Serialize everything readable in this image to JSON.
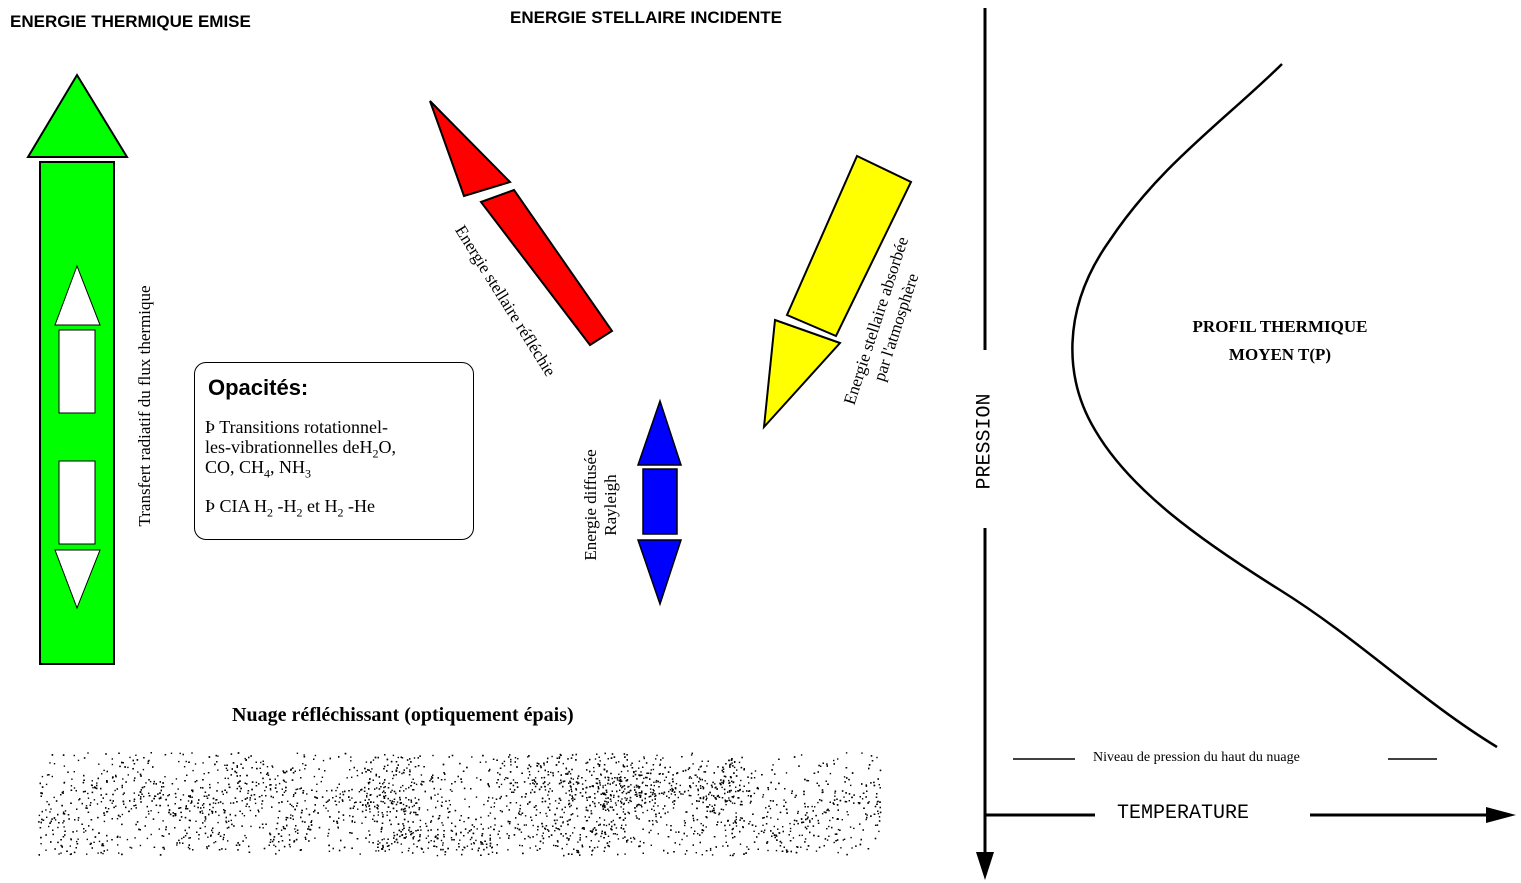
{
  "headers": {
    "thermal": "ENERGIE THERMIQUE EMISE",
    "stellar": "ENERGIE STELLAIRE INCIDENTE"
  },
  "labels": {
    "thermal_flux": "Transfert radiatif du flux thermique",
    "reflected": "Energie stellaire réfléchie",
    "absorbed_line1": "Energie stellaire absorbée",
    "absorbed_line2": "par l'atmosphère",
    "rayleigh_line1": "Energie diffusée",
    "rayleigh_line2": "Rayleigh",
    "cloud": "Nuage réfléchissant (optiquement épais)"
  },
  "opacities": {
    "title": "Opacités:",
    "bullet": "Þ",
    "line1": "Transitions rotationnel-",
    "line2a": "les-vibrationnelles de",
    "h": "H",
    "two": "2",
    "o": "O,",
    "line3a": "CO, CH",
    "four": "4",
    "line3b": ", NH",
    "three": "3",
    "cia": "CIA H",
    "dash": "-H",
    "et": "et H",
    "he": "-He"
  },
  "profile": {
    "title_line1": "PROFIL THERMIQUE",
    "title_line2": "MOYEN  T(P)",
    "pressure_axis": "PRESSION",
    "temperature_axis": "TEMPERATURE",
    "cloud_top_level": "Niveau de pression du haut du nuage"
  },
  "colors": {
    "thermal": "#00ff00",
    "reflected": "#ff0000",
    "absorbed": "#ffff00",
    "rayleigh": "#0000ff",
    "ink": "#000000"
  },
  "icons": {
    "thermal": "up-arrow-icon",
    "reflected": "diagonal-arrow-icon",
    "absorbed": "diagonal-arrow-icon",
    "rayleigh": "double-arrow-icon",
    "cloud": "noise-cloud-icon",
    "profile": "curve-icon"
  }
}
